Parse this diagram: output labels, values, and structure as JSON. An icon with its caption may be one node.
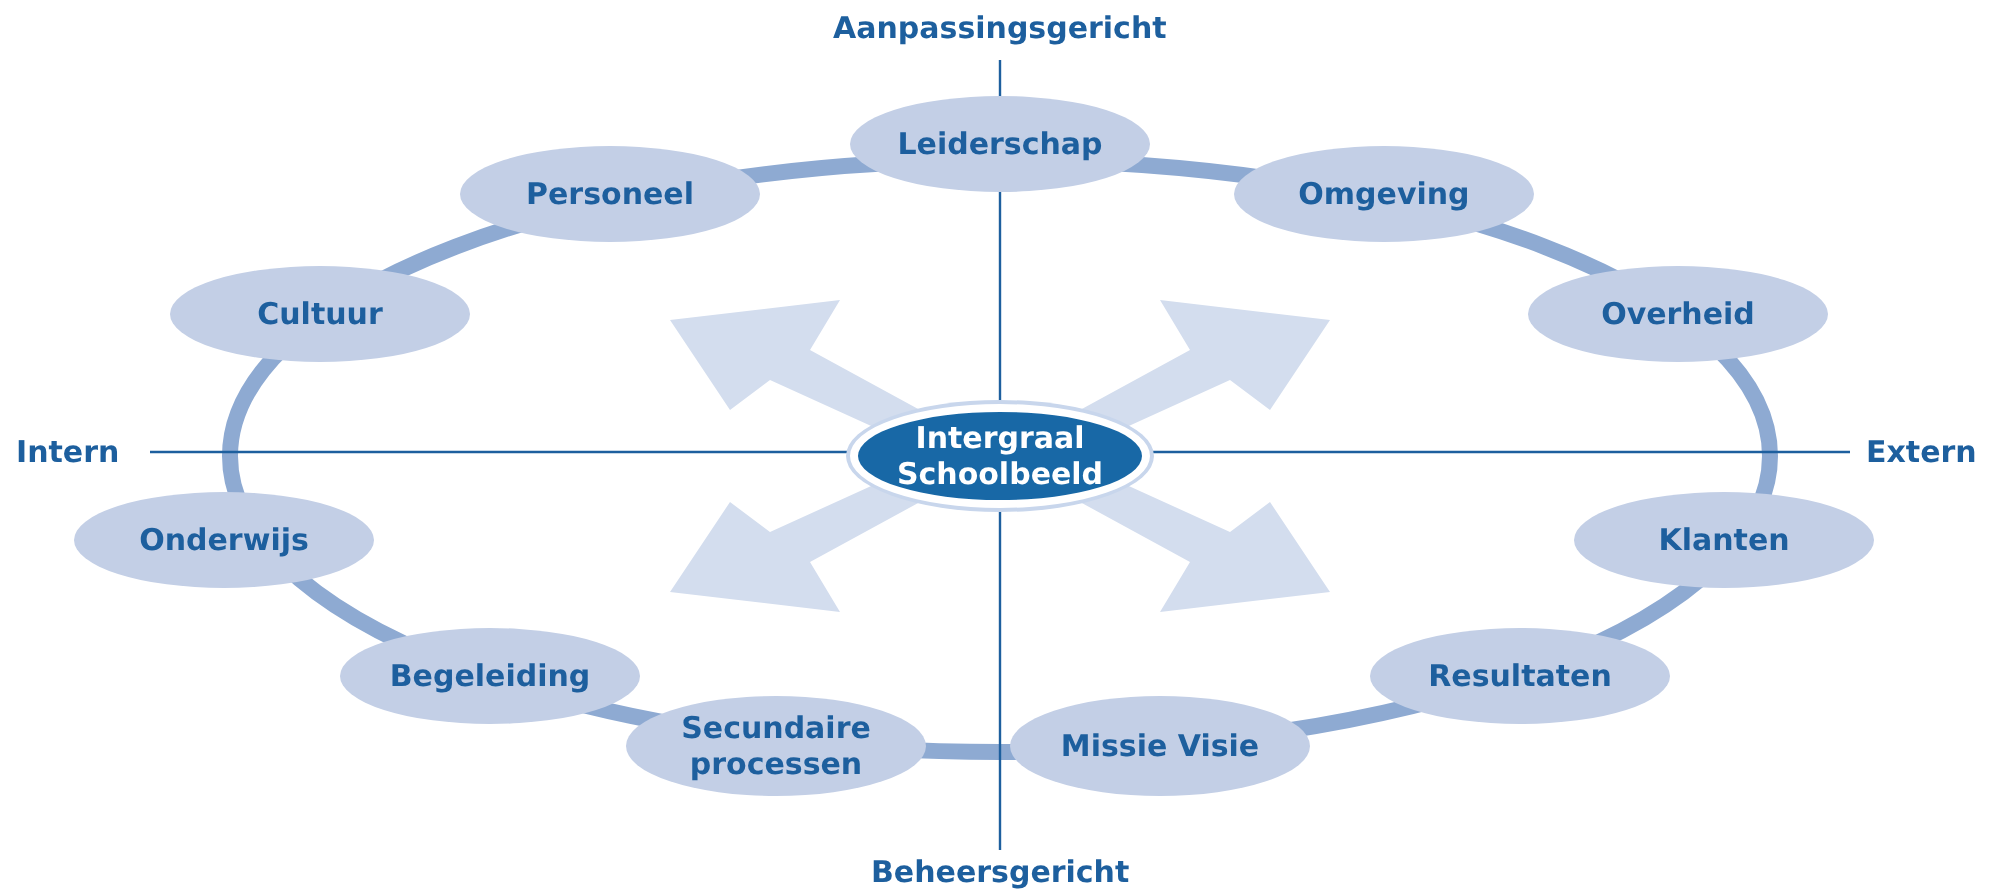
{
  "diagram": {
    "nodes": [
      {
        "text": [
          "Intergraal Schoolbeeld"
        ]
      },
      {
        "text": [
          "Leiderschap"
        ]
      },
      {
        "text": [
          "Omgeving"
        ]
      },
      {
        "text": [
          "Overheid"
        ]
      },
      {
        "text": [
          "Klanten"
        ]
      },
      {
        "text": [
          "Resultaten"
        ]
      },
      {
        "text": [
          "Missie Visie"
        ]
      },
      {
        "text": [
          "Secundaire processen"
        ]
      },
      {
        "text": [
          "Begeleiding"
        ]
      },
      {
        "text": [
          "Onderwijs"
        ]
      },
      {
        "text": [
          "Cultuur"
        ]
      },
      {
        "text": [
          "Personeel"
        ]
      }
    ],
    "labels": [
      "Aanpassingsgericht",
      "Intern",
      "Extern",
      "Beheersgericht"
    ]
  }
}
